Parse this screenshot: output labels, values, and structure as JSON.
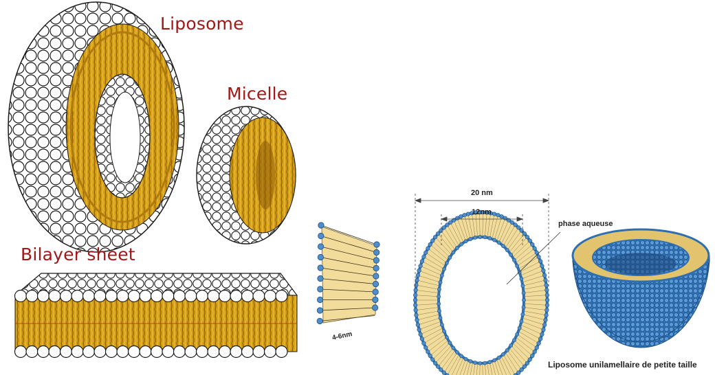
{
  "labels": {
    "liposome": "Liposome",
    "micelle": "Micelle",
    "bilayer_sheet": "Bilayer sheet",
    "thickness": "4-6nm",
    "outer_diameter": "20 nm",
    "inner_diameter": "12nm",
    "aqueous_phase": "phase aqueuse",
    "caption": "Liposome unilamellaire de petite taille"
  },
  "colors": {
    "label_red": "#a01818",
    "lipid_tail_gold": "#d4a017",
    "lipid_tail_dark": "#7a4a08",
    "head_white": "#ffffff",
    "head_blue": "#4f8ec9",
    "tail_cream": "#f1dc9c"
  }
}
